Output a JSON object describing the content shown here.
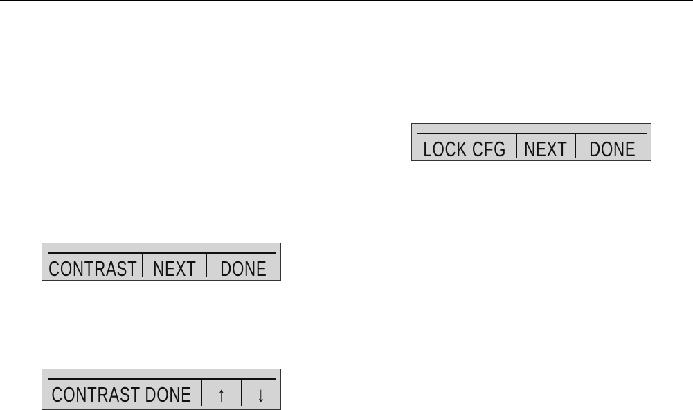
{
  "panels": [
    {
      "keys": [
        "LOCK CFG",
        "NEXT",
        "DONE"
      ]
    },
    {
      "keys": [
        "CONTRAST",
        "NEXT",
        "DONE"
      ]
    },
    {
      "keys": [
        "CONTRAST DONE",
        "↑",
        "↓"
      ]
    }
  ],
  "colors": {
    "lcd_background": "#d4d4d4",
    "text": "#111111"
  }
}
